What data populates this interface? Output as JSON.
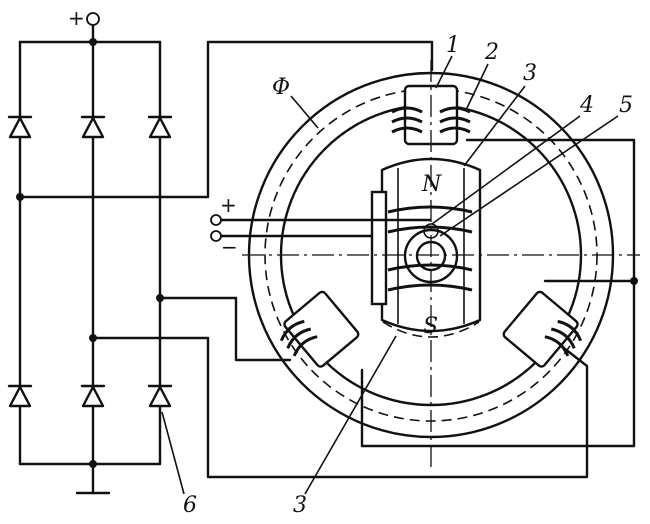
{
  "supply": {
    "plus_top": "+",
    "plus_side": "+",
    "minus_side": "−"
  },
  "poles": {
    "north": "N",
    "south": "S"
  },
  "flux_label": "Φ",
  "callouts": [
    "1",
    "2",
    "3",
    "4",
    "5",
    "3",
    "6"
  ]
}
